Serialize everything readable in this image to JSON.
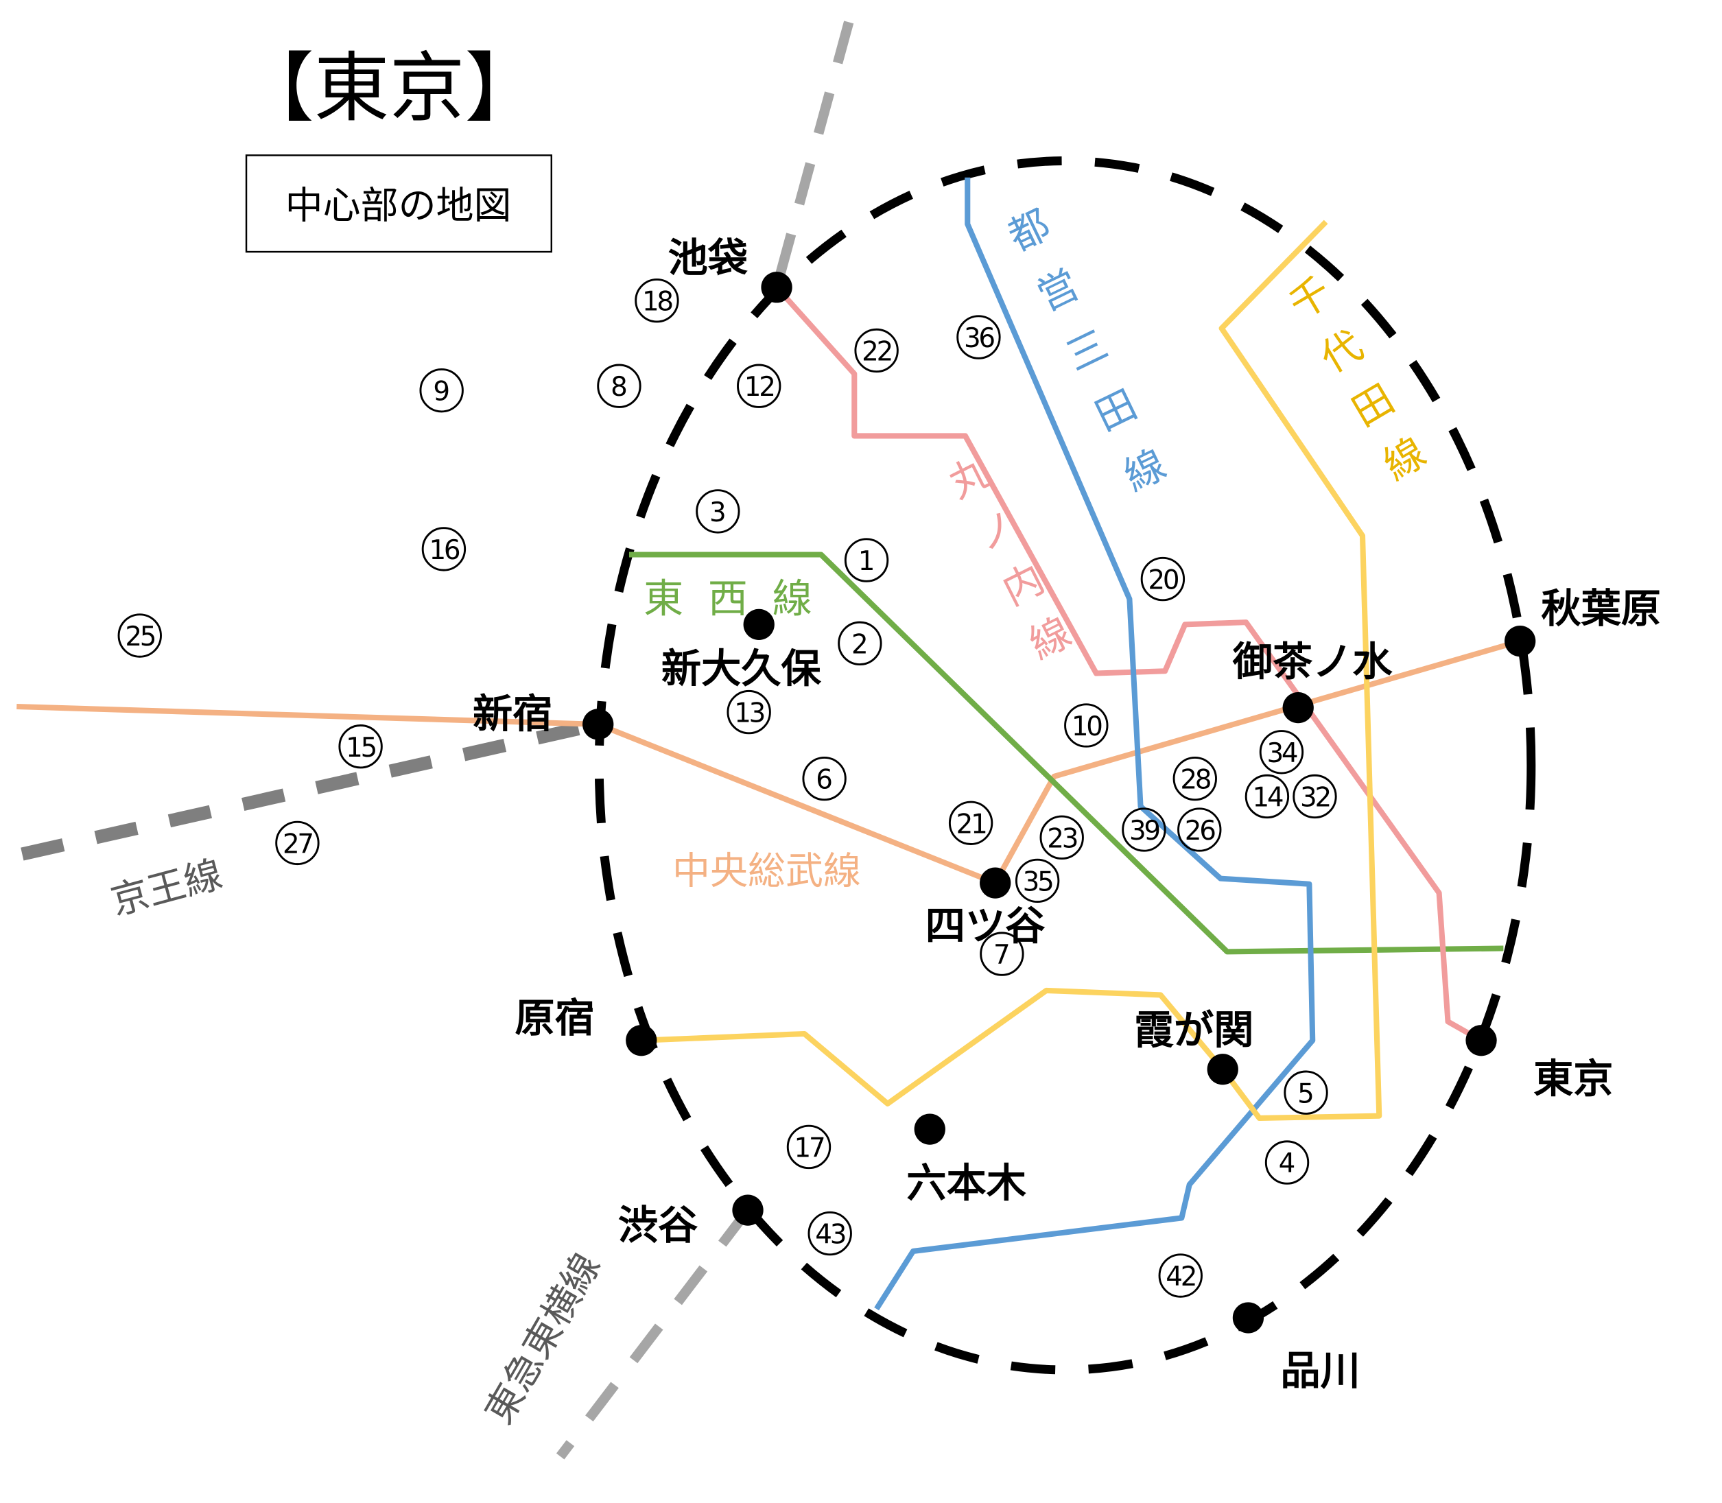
{
  "title": "【東京】",
  "subtitle_box": "中心部の地図",
  "stations": [
    "池袋",
    "新大久保",
    "新宿",
    "御茶ノ水",
    "秋葉原",
    "四ツ谷",
    "原宿",
    "霞が関",
    "東京",
    "六本木",
    "渋谷",
    "品川"
  ],
  "lines": {
    "tozai": {
      "label": "東西線",
      "color": "#70ad47"
    },
    "chuo_sobu": {
      "label": "中央総武線",
      "color": "#f4b183"
    },
    "keio": {
      "label": "京王線",
      "color": "#7f7f7f"
    },
    "tokyu_toyoko": {
      "label": "東急東横線",
      "color": "#a6a6a6"
    },
    "marunouchi": {
      "label": "丸ノ内線",
      "color": "#f19c9c"
    },
    "toei_mita": {
      "label": "都営三田線",
      "color": "#5b9bd5"
    },
    "chiyoda": {
      "label": "千代田線",
      "color": "#fcd35f"
    },
    "yamanote": {
      "color": "#000000"
    }
  },
  "markers": [
    "18",
    "9",
    "8",
    "12",
    "22",
    "36",
    "3",
    "16",
    "1",
    "20",
    "25",
    "2",
    "13",
    "10",
    "15",
    "34",
    "6",
    "28",
    "14",
    "32",
    "21",
    "39",
    "26",
    "23",
    "27",
    "35",
    "7",
    "5",
    "17",
    "4",
    "43",
    "42"
  ]
}
